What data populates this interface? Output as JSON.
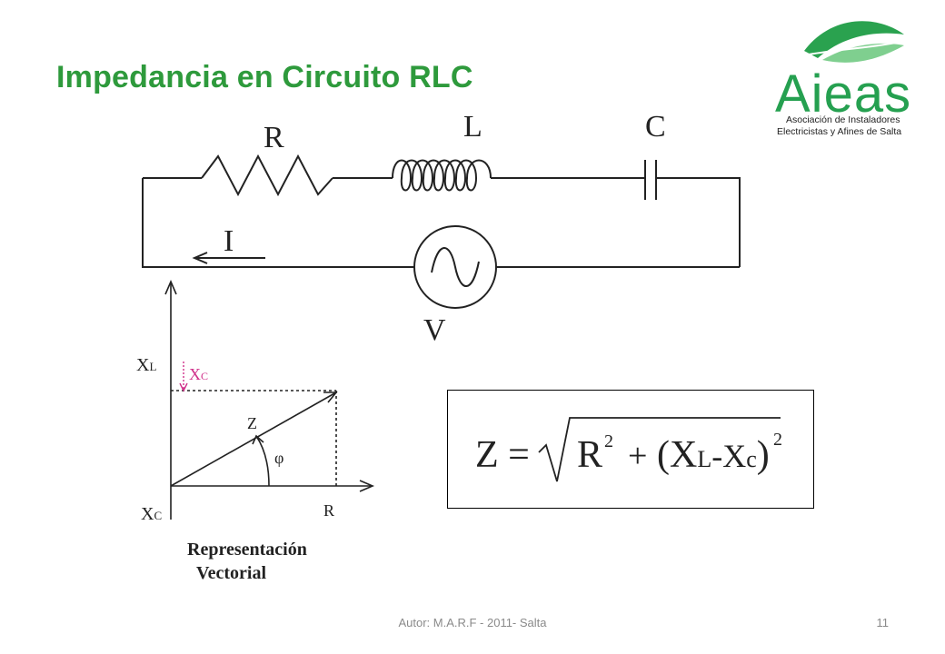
{
  "slide": {
    "title": "Impedancia en Circuito RLC"
  },
  "logo": {
    "name": "Aieas",
    "subtitle_line1": "Asociación de Instaladores",
    "subtitle_line2": "Electricistas y Afines de Salta",
    "color": "#25a050"
  },
  "circuit": {
    "resistor_label": "R",
    "inductor_label": "L",
    "capacitor_label": "C",
    "current_label": "I",
    "source_label": "V"
  },
  "vector_diagram": {
    "xl_label": "X",
    "xl_sub": "L",
    "xc_top_label": "X",
    "xc_top_sub": "C",
    "xc_bottom_label": "X",
    "xc_bottom_sub": "C",
    "z_label": "Z",
    "phi_label": "φ",
    "r_label": "R",
    "caption_line1": "Representación",
    "caption_line2": "Vectorial",
    "xc_color": "#d0308a"
  },
  "formula": {
    "lhs": "Z =",
    "r": "R",
    "r_exp": "2",
    "plus": "+",
    "open": "(X",
    "xl_sub": "L",
    "minus": "-X",
    "xc_sub": "c",
    "close": ")",
    "close_exp": "2"
  },
  "footer": {
    "author": "Autor: M.A.R.F - 2011- Salta",
    "page": "11"
  },
  "colors": {
    "title": "#2e9a3c",
    "footer": "#8a8a8a"
  }
}
